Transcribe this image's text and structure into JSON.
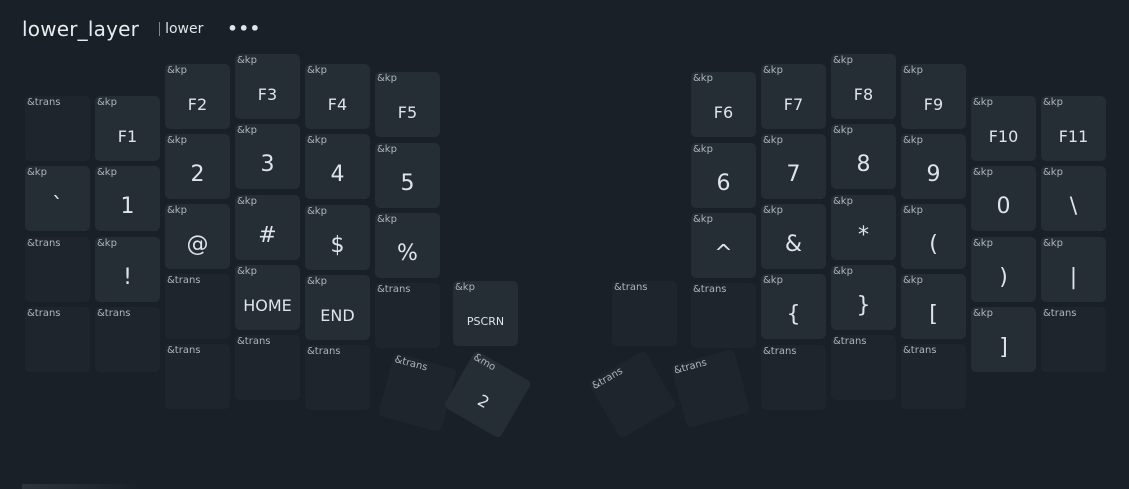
{
  "layer": {
    "name": "lower_layer",
    "alias": "lower",
    "more_label": "•••"
  },
  "keys": {
    "l_trans_a": {
      "b": "&trans",
      "p": ""
    },
    "l_f1": {
      "b": "&kp",
      "p": "F1"
    },
    "l_f2": {
      "b": "&kp",
      "p": "F2"
    },
    "l_f3": {
      "b": "&kp",
      "p": "F3"
    },
    "l_f4": {
      "b": "&kp",
      "p": "F4"
    },
    "l_f5": {
      "b": "&kp",
      "p": "F5"
    },
    "l_grave": {
      "b": "&kp",
      "p": "`"
    },
    "l_1": {
      "b": "&kp",
      "p": "1"
    },
    "l_2": {
      "b": "&kp",
      "p": "2"
    },
    "l_3": {
      "b": "&kp",
      "p": "3"
    },
    "l_4": {
      "b": "&kp",
      "p": "4"
    },
    "l_5": {
      "b": "&kp",
      "p": "5"
    },
    "l_trans_b": {
      "b": "&trans",
      "p": ""
    },
    "l_excl": {
      "b": "&kp",
      "p": "!"
    },
    "l_at": {
      "b": "&kp",
      "p": "@"
    },
    "l_hash": {
      "b": "&kp",
      "p": "#"
    },
    "l_dollar": {
      "b": "&kp",
      "p": "$"
    },
    "l_percent": {
      "b": "&kp",
      "p": "%"
    },
    "l_trans_c": {
      "b": "&trans",
      "p": ""
    },
    "l_home": {
      "b": "&kp",
      "p": "HOME"
    },
    "l_end": {
      "b": "&kp",
      "p": "END"
    },
    "l_trans_d": {
      "b": "&trans",
      "p": ""
    },
    "l_pscrn": {
      "b": "&kp",
      "p": "PSCRN"
    },
    "l_trans_e": {
      "b": "&trans",
      "p": ""
    },
    "l_trans_f": {
      "b": "&trans",
      "p": ""
    },
    "l_trans_g": {
      "b": "&trans",
      "p": ""
    },
    "l_trans_h": {
      "b": "&trans",
      "p": ""
    },
    "l_trans_i": {
      "b": "&trans",
      "p": ""
    },
    "l_thumb_trans": {
      "b": "&trans",
      "p": ""
    },
    "l_thumb_mo": {
      "b": "&mo",
      "p": "2"
    },
    "r_thumb_trans_a": {
      "b": "&trans",
      "p": ""
    },
    "r_thumb_trans_b": {
      "b": "&trans",
      "p": ""
    },
    "r_f6": {
      "b": "&kp",
      "p": "F6"
    },
    "r_f7": {
      "b": "&kp",
      "p": "F7"
    },
    "r_f8": {
      "b": "&kp",
      "p": "F8"
    },
    "r_f9": {
      "b": "&kp",
      "p": "F9"
    },
    "r_f10": {
      "b": "&kp",
      "p": "F10"
    },
    "r_f11": {
      "b": "&kp",
      "p": "F11"
    },
    "r_6": {
      "b": "&kp",
      "p": "6"
    },
    "r_7": {
      "b": "&kp",
      "p": "7"
    },
    "r_8": {
      "b": "&kp",
      "p": "8"
    },
    "r_9": {
      "b": "&kp",
      "p": "9"
    },
    "r_0": {
      "b": "&kp",
      "p": "0"
    },
    "r_bslash": {
      "b": "&kp",
      "p": "\\"
    },
    "r_caret": {
      "b": "&kp",
      "p": "^"
    },
    "r_amp": {
      "b": "&kp",
      "p": "&"
    },
    "r_star": {
      "b": "&kp",
      "p": "*"
    },
    "r_lpar": {
      "b": "&kp",
      "p": "("
    },
    "r_rpar": {
      "b": "&kp",
      "p": ")"
    },
    "r_pipe": {
      "b": "&kp",
      "p": "|"
    },
    "r_trans_a": {
      "b": "&trans",
      "p": ""
    },
    "r_trans_b": {
      "b": "&trans",
      "p": ""
    },
    "r_lbrace": {
      "b": "&kp",
      "p": "{"
    },
    "r_rbrace": {
      "b": "&kp",
      "p": "}"
    },
    "r_lbrkt": {
      "b": "&kp",
      "p": "["
    },
    "r_rbrkt": {
      "b": "&kp",
      "p": "]"
    },
    "r_trans_c": {
      "b": "&trans",
      "p": ""
    },
    "r_trans_d": {
      "b": "&trans",
      "p": ""
    },
    "r_trans_e": {
      "b": "&trans",
      "p": ""
    },
    "r_trans_f": {
      "b": "&trans",
      "p": ""
    }
  }
}
